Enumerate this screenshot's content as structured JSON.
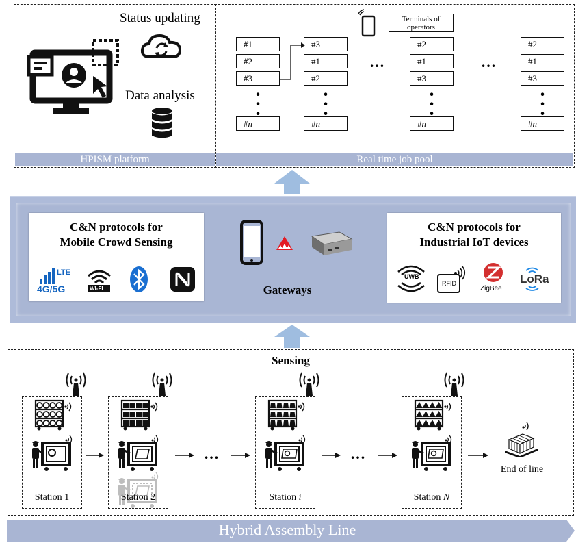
{
  "top": {
    "status_updating": "Status updating",
    "data_analysis": "Data analysis",
    "hpism_platform": "HPISM platform",
    "real_time_job_pool": "Real time job pool",
    "terminals_label": "Terminals of operators",
    "columns": [
      [
        "#1",
        "#2",
        "#3",
        "#n"
      ],
      [
        "#3",
        "#1",
        "#2",
        "#n"
      ],
      [
        "#2",
        "#1",
        "#3",
        "#n"
      ],
      [
        "#2",
        "#1",
        "#3",
        "#n"
      ]
    ],
    "ellipsis": "…"
  },
  "middle": {
    "left_title_line1": "C&N protocols for",
    "left_title_line2": "Mobile Crowd Sensing",
    "right_title_line1": "C&N protocols for",
    "right_title_line2": "Industrial IoT devices",
    "gateways": "Gateways",
    "lte_label": "LTE",
    "g45_label": "4G/5G",
    "wifi_label": "WI-FI",
    "uwb_label": "UWB",
    "rfid_label": "RFID",
    "zigbee_label": "ZigBee",
    "lora_label": "LoRa"
  },
  "bottom": {
    "sensing": "Sensing",
    "stations": [
      "Station 1",
      "Station 2",
      "Station i",
      "Station N"
    ],
    "end_of_line": "End of line",
    "hybrid_assembly_line": "Hybrid Assembly Line",
    "ellipsis": "…"
  },
  "colors": {
    "blue_bar": "#a9b5d3",
    "arrow_blue": "#9fbde0",
    "gateway_band": "#aebbd9",
    "lte_blue": "#1565c0",
    "bluetooth_blue": "#1a6fd1",
    "zigbee_red": "#d32f2f",
    "lora_blue": "#1e88e5"
  }
}
